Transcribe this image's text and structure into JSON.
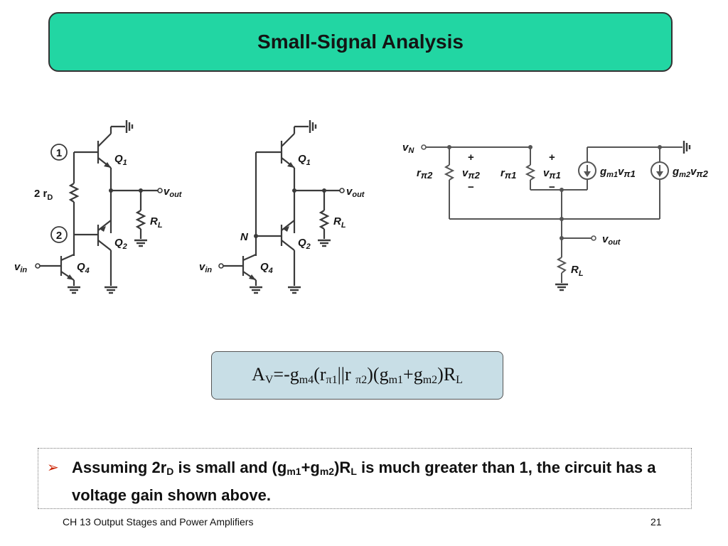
{
  "slide": {
    "title": "Small-Signal Analysis",
    "footer_left": "CH 13 Output Stages and Power Amplifiers",
    "page_number": "21",
    "bullet_glyph": "➢"
  },
  "formula": {
    "A": "A",
    "V": "V",
    "eq": "=-g",
    "m4": "m4",
    "open": "(r",
    "pi1": "π1",
    "par": "||r ",
    "pi2": "π2",
    "mid": ")(g",
    "m1": "m1",
    "plus": "+g",
    "m2": "m2",
    "close": ")R",
    "L": "L"
  },
  "note": {
    "t1": "Assuming 2r",
    "s1": "D",
    "t2": " is small and (g",
    "s2": "m1",
    "t3": "+g",
    "s3": "m2",
    "t4": ")R",
    "s4": "L",
    "t5": " is much greater than 1, the circuit has a voltage gain shown above."
  },
  "circuit1": {
    "node1": "1",
    "node2": "2",
    "q1": "Q",
    "q1_sub": "1",
    "q2": "Q",
    "q2_sub": "2",
    "q4": "Q",
    "q4_sub": "4",
    "rd": "2 r",
    "rd_sub": "D",
    "rl": "R",
    "rl_sub": "L",
    "vout": "v",
    "vout_sub": "out",
    "vin": "v",
    "vin_sub": "in"
  },
  "circuit2": {
    "n": "N",
    "q1": "Q",
    "q1_sub": "1",
    "q2": "Q",
    "q2_sub": "2",
    "q4": "Q",
    "q4_sub": "4",
    "rl": "R",
    "rl_sub": "L",
    "vout": "v",
    "vout_sub": "out",
    "vin": "v",
    "vin_sub": "in"
  },
  "circuit3": {
    "vn": "v",
    "vn_sub": "N",
    "rpi2": "r",
    "rpi2_sub": "π2",
    "vpi2": "v",
    "vpi2_sub": "π2",
    "rpi1": "r",
    "rpi1_sub": "π1",
    "vpi1": "v",
    "vpi1_sub": "π1",
    "gm1": "g",
    "gm1_sub": "m1",
    "gm1_v": "v",
    "gm1_v_sub": "π1",
    "gm2": "g",
    "gm2_sub": "m2",
    "gm2_v": "v",
    "gm2_v_sub": "π2",
    "plus": "+",
    "minus": "−",
    "vout": "v",
    "vout_sub": "out",
    "rl": "R",
    "rl_sub": "L"
  }
}
